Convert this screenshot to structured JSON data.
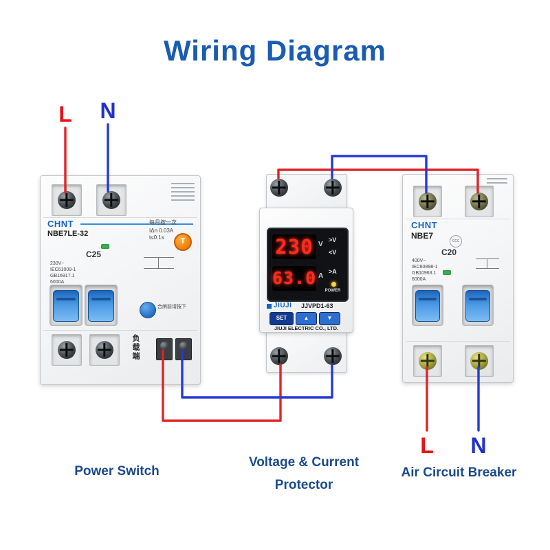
{
  "title": "Wiring Diagram",
  "colors": {
    "title": "#1a5cb0",
    "caption": "#1b4a8c",
    "wire_live": "#e02328",
    "wire_neutral": "#2439d4",
    "label_live": "#e8131a",
    "label_neutral": "#2030cc",
    "display_red": "#ff2c1e",
    "brand_blue": "#1565c5",
    "toggle_blue": "#2e7fd4"
  },
  "terminals": {
    "live": "L",
    "neutral": "N"
  },
  "captions": {
    "power_switch": "Power Switch",
    "protector_line1": "Voltage & Current",
    "protector_line2": "Protector",
    "air_breaker": "Air Circuit Breaker"
  },
  "power_switch": {
    "brand": "CHNT",
    "model": "NBE7LE-32",
    "monthly_note": "每月按一次",
    "residual_current": "IΔn 0.03A",
    "trip_time": "t≤0.1s",
    "test_button": "T",
    "rating": "C25",
    "specs": [
      "230V~",
      "IEC61009-1",
      "GB16917.1",
      "6000A"
    ],
    "reclose_note": "合闸前请按下",
    "load_side": "负载端"
  },
  "protector": {
    "brand": "JIUJI",
    "model": "JJVPD1-63",
    "company": "JIUJI ELECTRIC CO., LTD.",
    "display": {
      "voltage": "230",
      "voltage_unit": "V",
      "current": "63.0",
      "current_unit": "A"
    },
    "indicators": {
      "over_voltage": ">V",
      "under_voltage": "<V",
      "over_current": ">A",
      "power": "POWER"
    },
    "buttons": {
      "set": "SET",
      "up": "▲",
      "down": "▼"
    }
  },
  "air_breaker": {
    "brand": "CHNT",
    "model": "NBE7",
    "rating": "C20",
    "cert_mark": "CCC",
    "specs": [
      "400V~",
      "IEC60898-1",
      "GB10963.1",
      "6000A"
    ]
  },
  "connections": [
    "L input (red) down to power switch top-left terminal",
    "N input (blue) down to power switch top-right terminal",
    "Power switch bottom outputs route down and right to protector bottom terminals",
    "Protector top terminals route up and right to air circuit breaker top terminals",
    "Air circuit breaker bottom terminals down to L / N output labels"
  ]
}
